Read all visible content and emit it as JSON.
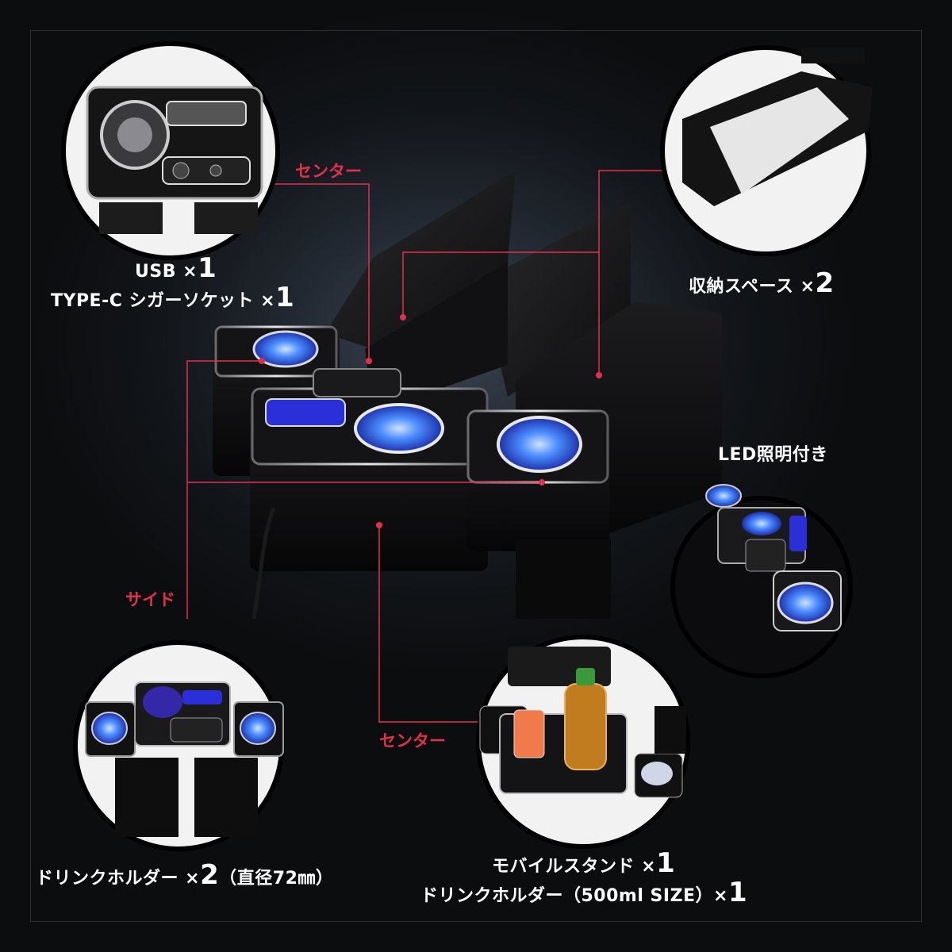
{
  "labels": {
    "usb": "USB ×",
    "usb_count": "1",
    "typec": "TYPE-C シガーソケット ×",
    "typec_count": "1",
    "storage": "収納スペース ×",
    "storage_count": "2",
    "led": "LED照明付き",
    "drink_side": "ドリンクホルダー ×",
    "drink_side_count": "2",
    "drink_side_note": "（直径72㎜）",
    "mobile": "モバイルスタンド ×",
    "mobile_count": "1",
    "drink_center": "ドリンクホルダー（500ml SIZE）×",
    "drink_center_count": "1",
    "center_top": "センター",
    "center_bottom": "センター",
    "side": "サイド"
  },
  "colors": {
    "accent_red": "#e3304a",
    "led_blue": "#4a8cff",
    "text": "#ffffff"
  }
}
